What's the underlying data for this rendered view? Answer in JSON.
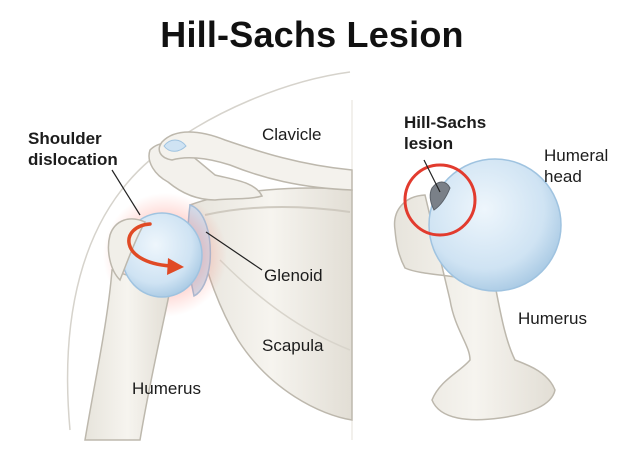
{
  "title": "Hill-Sachs Lesion",
  "left_panel": {
    "labels": {
      "shoulder_dislocation": [
        "Shoulder",
        "dislocation"
      ],
      "clavicle": "Clavicle",
      "glenoid": "Glenoid",
      "scapula": "Scapula",
      "humerus": "Humerus"
    }
  },
  "right_panel": {
    "labels": {
      "hill_sachs_lesion": [
        "Hill-Sachs",
        "lesion"
      ],
      "humeral_head": [
        "Humeral",
        "head"
      ],
      "humerus": "Humerus"
    }
  },
  "colors": {
    "bone_fill": "#f1efe9",
    "bone_stroke": "#bdb8ad",
    "cartilage": "#cfe3f3",
    "highlight_red": "#e23b2e",
    "arrow": "#e04a25"
  }
}
